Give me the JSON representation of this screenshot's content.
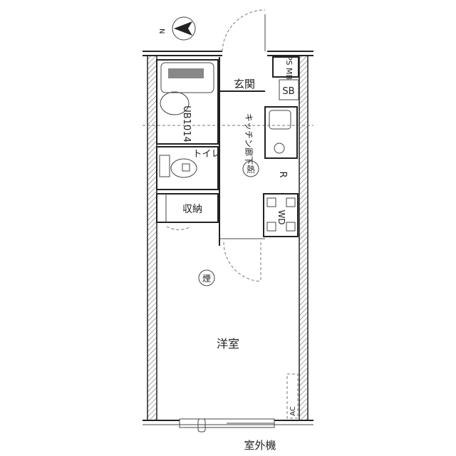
{
  "plan": {
    "compass": "N",
    "rooms": {
      "entrance": "玄関",
      "ps_mb": "PS MB",
      "sb": "SB",
      "unit_bath": "UB1014",
      "toilet": "トイレ",
      "kitchen_hall": "キッチン廊下",
      "heater": "熱",
      "fridge": "R",
      "washer": "WD",
      "storage": "収納",
      "smoke_detector": "煙",
      "western_room": "洋室",
      "aircon": "AC",
      "outdoor_unit": "室外機"
    },
    "colors": {
      "line": "#222222",
      "hatch": "#555555",
      "background": "#ffffff"
    }
  }
}
